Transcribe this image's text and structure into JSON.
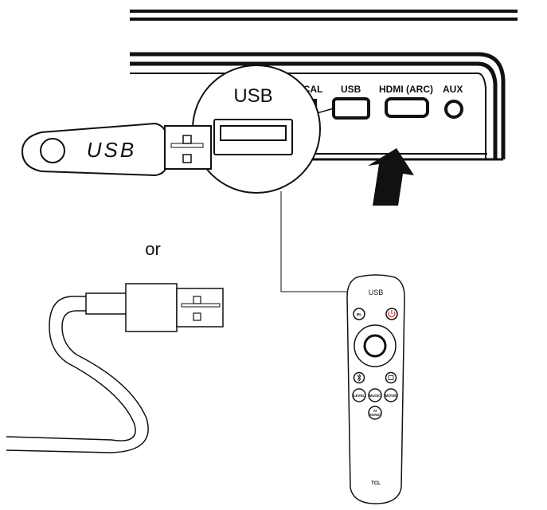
{
  "soundbar": {
    "port_labels": {
      "optical_partial": "TICAL",
      "usb": "USB",
      "hdmi": "HDMI (ARC)",
      "aux": "AUX"
    }
  },
  "magnifier": {
    "label": "USB"
  },
  "usb_stick": {
    "label": "USB"
  },
  "divider_text": "or",
  "remote": {
    "highlight_label": "USB",
    "brand": "TCL",
    "buttons": {
      "ml": "ML",
      "level": "LEVEL",
      "music": "MUSIC",
      "movie": "MOVIE",
      "ai_top": "AI",
      "ai_bottom": "SONIC"
    }
  },
  "icons": [
    "arrow-up-icon",
    "power-icon",
    "bluetooth-icon",
    "input-icon"
  ]
}
